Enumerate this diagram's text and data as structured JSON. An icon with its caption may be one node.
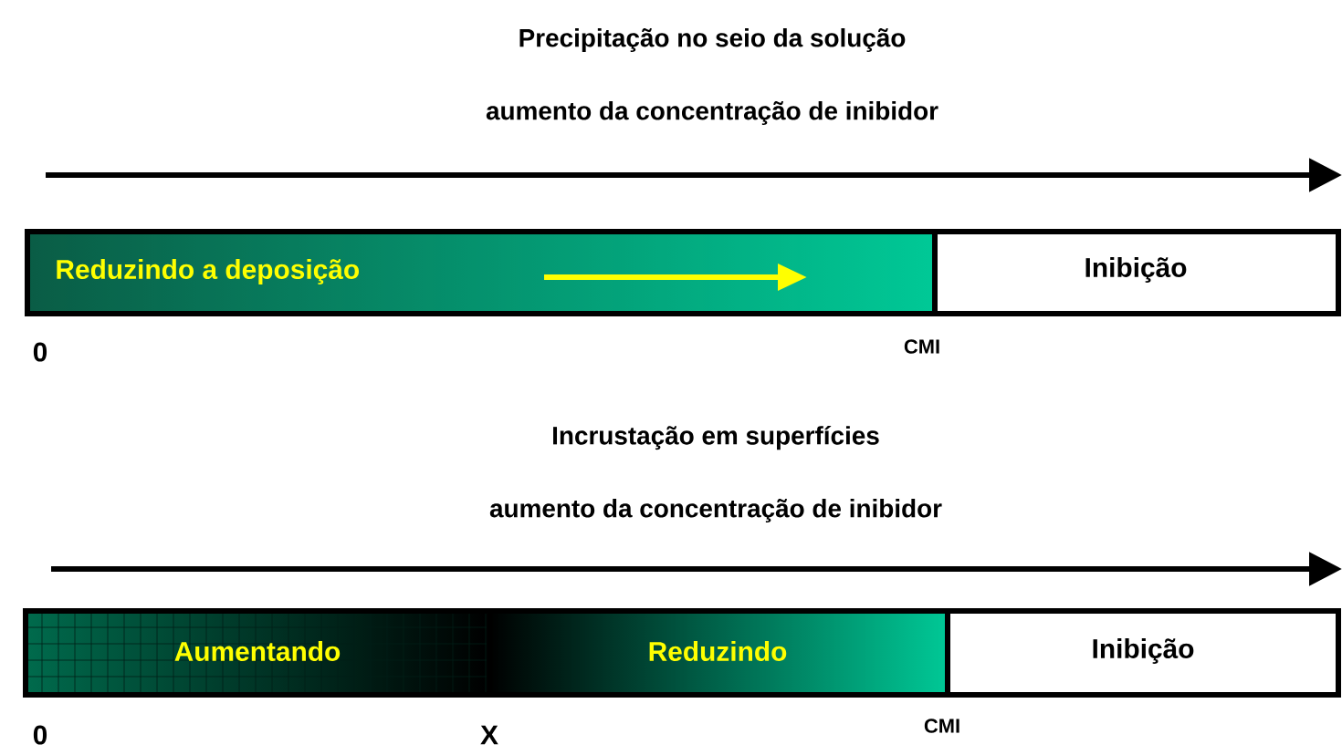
{
  "diagram": {
    "nodes": [
      {
        "text": [
          "Reduzindo a deposição"
        ]
      },
      {
        "text": [
          "Inibição"
        ]
      },
      {
        "text": [
          "Aumentando"
        ]
      },
      {
        "text": [
          "Reduzindo"
        ]
      },
      {
        "text": [
          "Inibição"
        ]
      }
    ],
    "labels": [
      "Precipitação no seio da solução",
      "aumento da concentração de inibidor",
      "0",
      "CMI",
      "Incrustação em superfícies",
      "aumento da concentração de inibidor",
      "0",
      "X",
      "CMI"
    ]
  }
}
